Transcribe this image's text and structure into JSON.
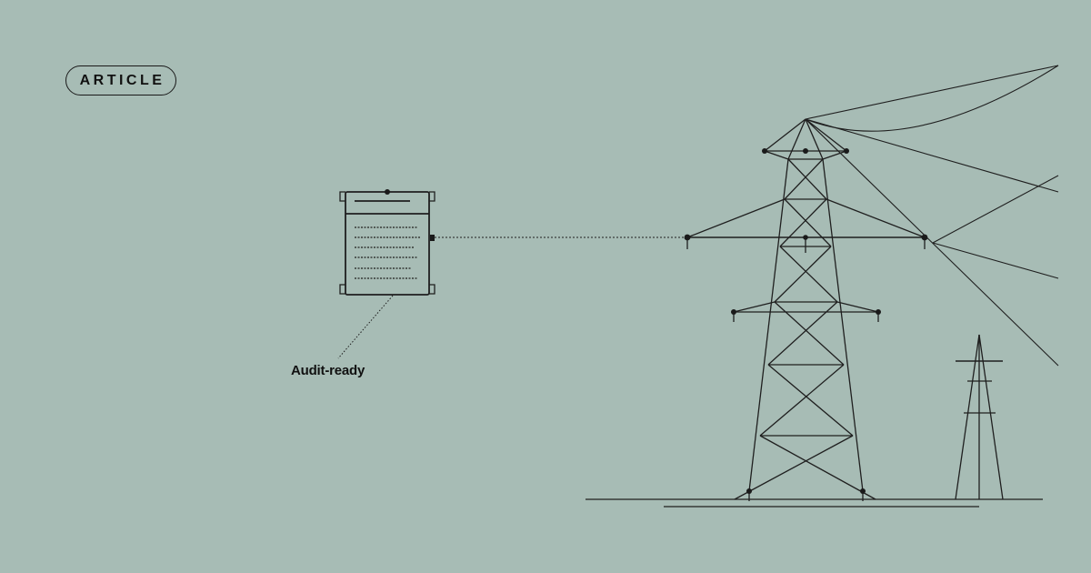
{
  "badge": {
    "label": "ARTICLE"
  },
  "illustration": {
    "caption": "Audit-ready",
    "subjects": [
      "document-device",
      "transmission-tower",
      "small-pylon",
      "power-lines"
    ]
  },
  "colors": {
    "background": "#a7bcb5",
    "ink": "#1a1a1a"
  }
}
